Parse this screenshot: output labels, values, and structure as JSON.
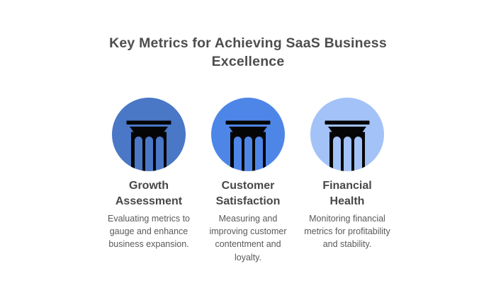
{
  "title": "Key Metrics for Achieving SaaS Business Excellence",
  "colors": {
    "background": "#ffffff",
    "title_text": "#4d4d4d",
    "heading_text": "#474747",
    "body_text": "#595959",
    "pillar_icon": "#050505"
  },
  "pillars": [
    {
      "name": "growth-assessment",
      "icon": "pillar-column-icon",
      "circle_color": "#4A77C6",
      "heading": "Growth Assessment",
      "description": "Evaluating metrics to gauge and enhance business expansion."
    },
    {
      "name": "customer-satisfaction",
      "icon": "pillar-column-icon",
      "circle_color": "#4E86E8",
      "heading": "Customer Satisfaction",
      "description": "Measuring and improving customer contentment and loyalty."
    },
    {
      "name": "financial-health",
      "icon": "pillar-column-icon",
      "circle_color": "#A3C2F7",
      "heading": "Financial Health",
      "description": "Monitoring financial metrics for profitability and stability."
    }
  ]
}
